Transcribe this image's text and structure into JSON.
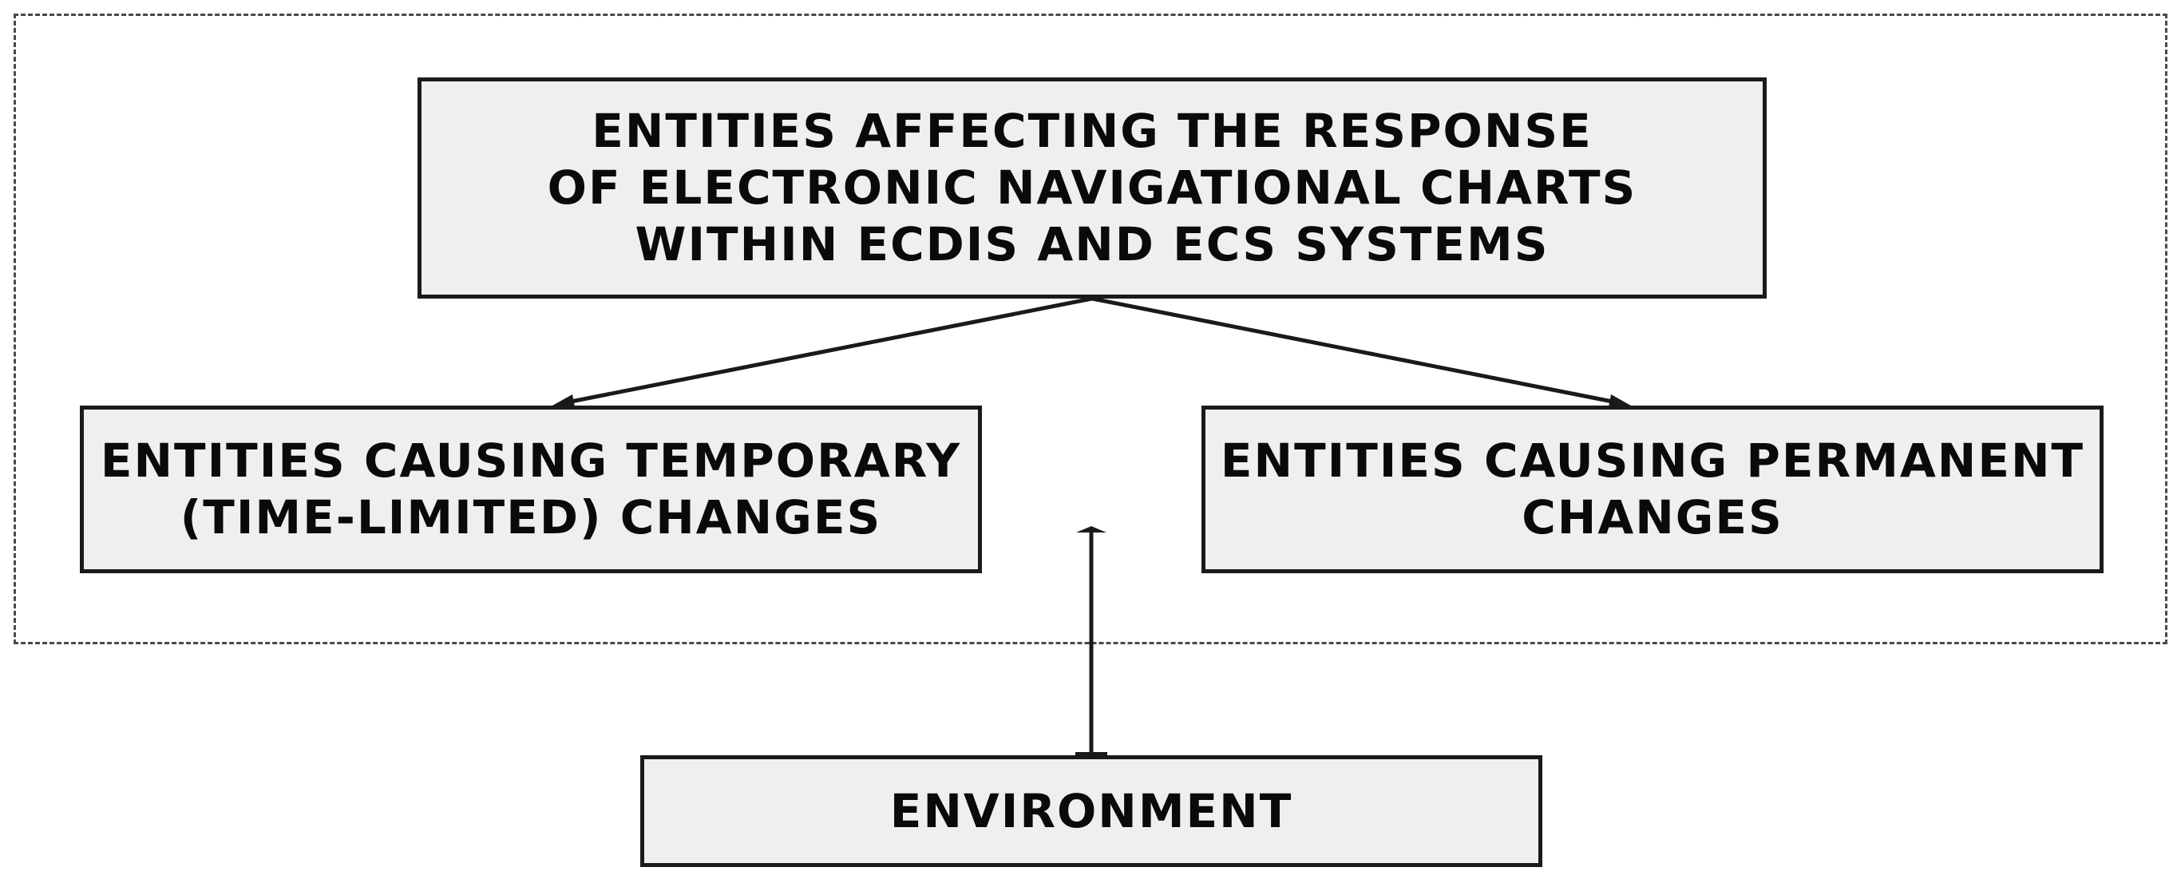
{
  "diagram": {
    "nodes": {
      "root": "ENTITIES AFFECTING THE RESPONSE\nOF ELECTRONIC NAVIGATIONAL CHARTS\nWITHIN ECDIS AND ECS SYSTEMS",
      "temporary": "ENTITIES CAUSING TEMPORARY\n(TIME-LIMITED) CHANGES",
      "permanent": "ENTITIES CAUSING PERMANENT\nCHANGES",
      "environment": "ENVIRONMENT"
    },
    "edges": [
      {
        "from": "root",
        "to": "temporary"
      },
      {
        "from": "root",
        "to": "permanent"
      },
      {
        "from": "environment",
        "to": "dashed-group"
      }
    ],
    "colors": {
      "box_fill": "#efefef",
      "box_border": "#1a1a1a",
      "text": "#0a0a0a",
      "frame": "#4a4a4a"
    }
  }
}
